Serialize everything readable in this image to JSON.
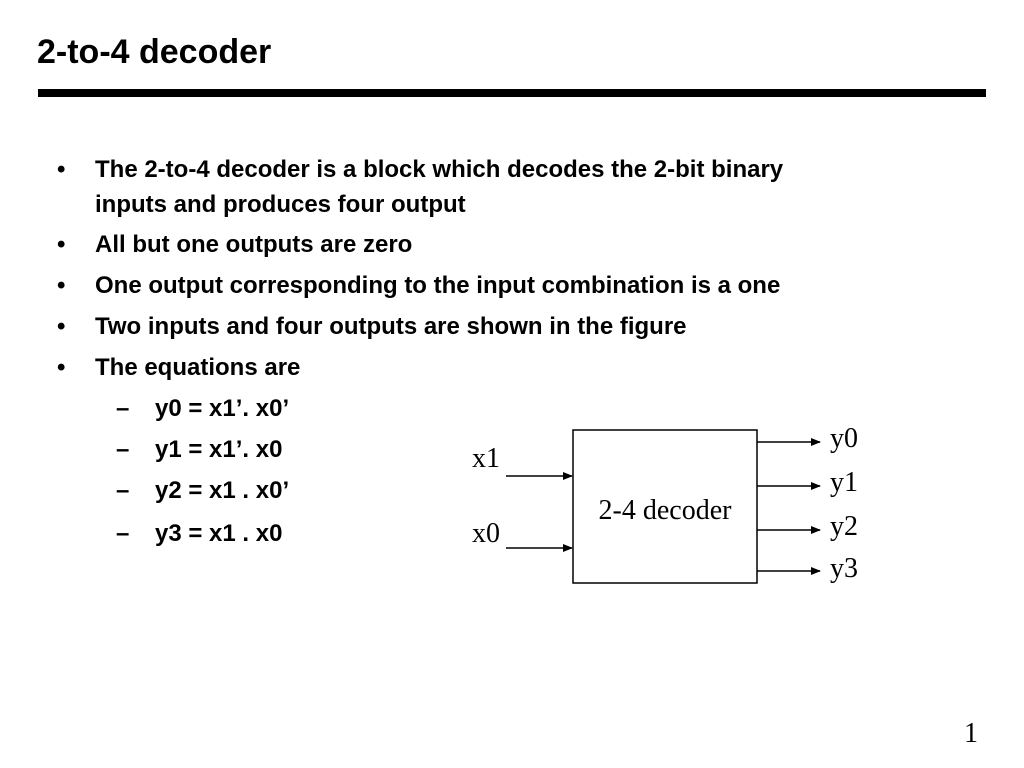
{
  "slide": {
    "title": "2-to-4 decoder",
    "bullets": [
      {
        "mark": "•",
        "lines": [
          "The 2-to-4 decoder is a block which decodes the 2-bit binary",
          "inputs and produces four output"
        ]
      },
      {
        "mark": "•",
        "lines": [
          "All but one outputs are zero"
        ]
      },
      {
        "mark": "•",
        "lines": [
          "One output corresponding to the input combination is a one"
        ]
      },
      {
        "mark": "•",
        "lines": [
          "Two inputs and four outputs are shown in the figure"
        ]
      },
      {
        "mark": "•",
        "lines": [
          "The equations are"
        ]
      }
    ],
    "sub_bullets": [
      {
        "mark": "–",
        "text": "y0 = x1’. x0’"
      },
      {
        "mark": "–",
        "text": "y1 = x1’. x0"
      },
      {
        "mark": "–",
        "text": "y2 = x1 . x0’"
      },
      {
        "mark": "–",
        "text": "y3 = x1 . x0"
      }
    ],
    "page_number": "1"
  },
  "diagram": {
    "block_label": "2-4 decoder",
    "inputs": [
      "x1",
      "x0"
    ],
    "outputs": [
      "y0",
      "y1",
      "y2",
      "y3"
    ]
  }
}
